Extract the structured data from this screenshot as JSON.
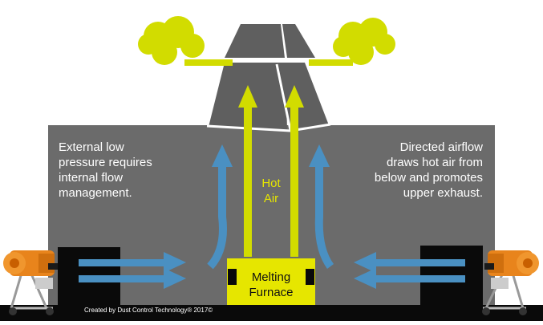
{
  "colors": {
    "building": "#6b6b6b",
    "roof": "#5f5f5f",
    "ground": "#0a0a0a",
    "hot_air": "#d2dc00",
    "cool_air": "#4a90c2",
    "furnace": "#e6e600",
    "text_light": "#ffffff",
    "text_hot": "#e6e600",
    "machine_orange": "#e8841c"
  },
  "annotations": {
    "left_note": [
      "External low",
      "pressure requires",
      "internal flow",
      "management."
    ],
    "right_note": [
      "Directed airflow",
      "draws hot air from",
      "below and promotes",
      "upper exhaust."
    ],
    "hot_air_label": [
      "Hot",
      "Air"
    ]
  },
  "furnace": {
    "label": [
      "Melting",
      "Furnace"
    ]
  },
  "credit": "Created by Dust Control Technology® 2017©",
  "icons": [
    "cloud-icon",
    "dust-cannon-icon"
  ]
}
